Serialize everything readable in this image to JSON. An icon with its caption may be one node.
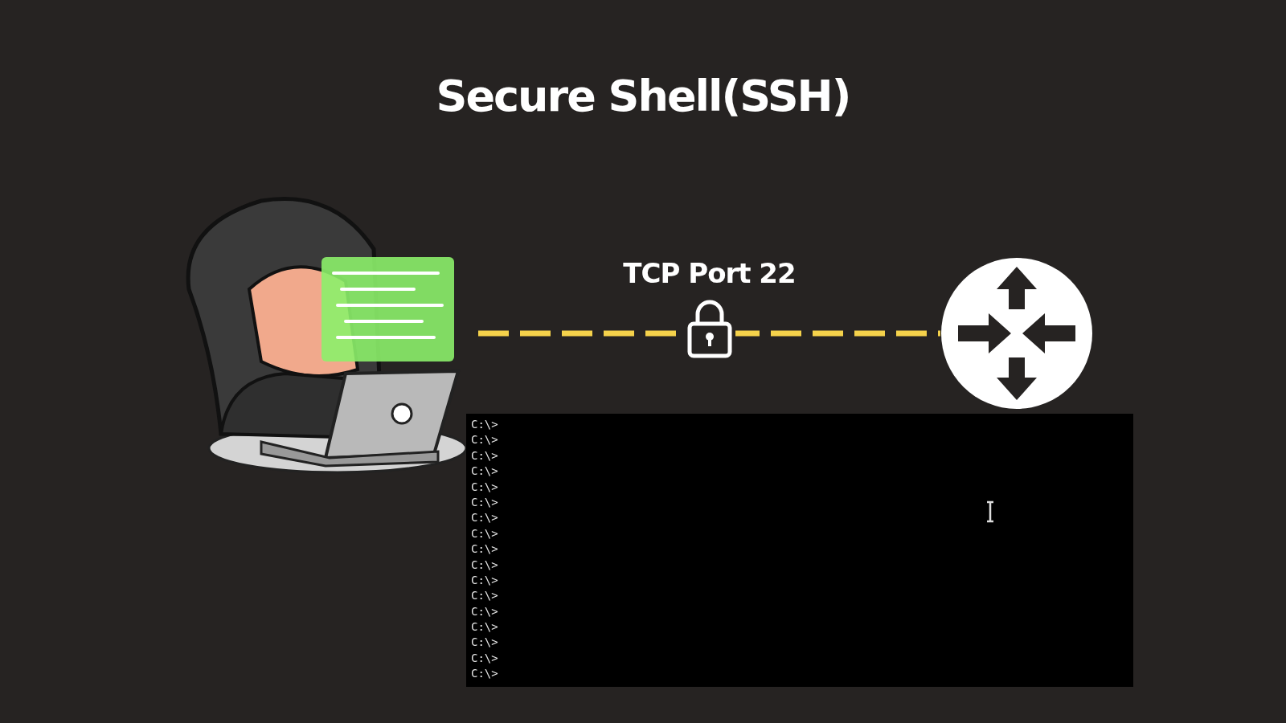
{
  "diagram": {
    "title": "Secure Shell(SSH)",
    "nodes": [
      {
        "text": [],
        "shape": "picture"
      },
      {
        "text": [],
        "shape": "picture"
      },
      {
        "text": [
          "C:\\>",
          "C:\\>",
          "C:\\>",
          "C:\\>",
          "C:\\>",
          "C:\\>",
          "C:\\>",
          "C:\\>",
          "C:\\>",
          "C:\\>",
          "C:\\>",
          "C:\\>",
          "C:\\>",
          "C:\\>",
          "C:\\>",
          "C:\\>",
          "C:\\>"
        ]
      }
    ],
    "edges": [
      {
        "from": 0,
        "to": 1,
        "arrow": "none",
        "label": "TCP Port 22",
        "style": "dashed",
        "color": "#f5d24b"
      }
    ]
  }
}
